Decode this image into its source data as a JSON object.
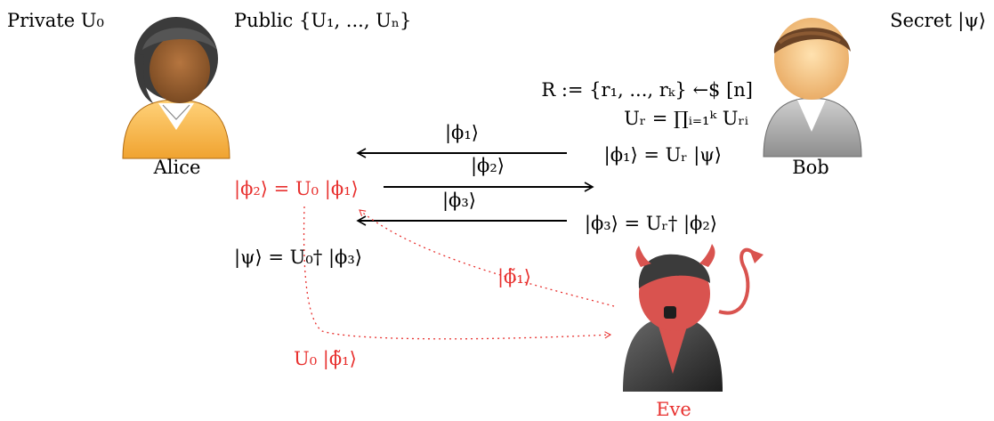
{
  "header": {
    "private": "Private U₀",
    "public": "Public {U₁, ..., Uₙ}",
    "secret": "Secret |ψ⟩"
  },
  "actors": {
    "alice": "Alice",
    "bob": "Bob",
    "eve": "Eve"
  },
  "bob_steps": {
    "choose_r": "R := {r₁, ..., rₖ} ←$ [n]",
    "compose": "Uᵣ = ∏ᵢ₌₁ᵏ Uᵣᵢ",
    "phi1_def": "|ϕ₁⟩ = Uᵣ |ψ⟩",
    "phi3_def": "|ϕ₃⟩ = Uᵣ† |ϕ₂⟩"
  },
  "messages": {
    "m1": "|ϕ₁⟩",
    "m2": "|ϕ₂⟩",
    "m3": "|ϕ₃⟩"
  },
  "alice_steps": {
    "phi2_def": "|ϕ₂⟩ = U₀ |ϕ₁⟩",
    "recover": "|ψ⟩ = U₀† |ϕ₃⟩"
  },
  "attack": {
    "eve_sends": "|ϕ̃₁⟩",
    "eve_receives": "U₀ |ϕ̃₁⟩"
  },
  "colors": {
    "adversary": "#e8312f",
    "arrow": "#000000"
  }
}
